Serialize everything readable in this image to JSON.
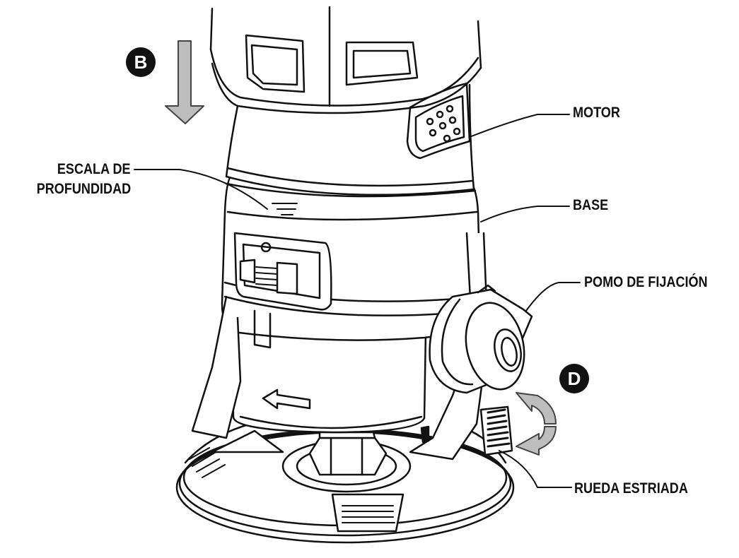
{
  "labels": {
    "motor": "MOTOR",
    "depth_scale_line1": "ESCALA DE",
    "depth_scale_line2": "PROFUNDIDAD",
    "base": "BASE",
    "lock_knob": "POMO DE FIJACIÓN",
    "knurled_wheel": "RUEDA ESTRIADA"
  },
  "badges": {
    "b": "B",
    "d": "D"
  },
  "icons": {
    "down_arrow": "down-arrow-icon",
    "rotate_arrows": "rotate-arrows-icon"
  },
  "colors": {
    "line": "#111111",
    "arrow_fill": "#bdbdbd",
    "badge_fill": "#111111",
    "badge_text": "#ffffff",
    "background": "#ffffff"
  }
}
